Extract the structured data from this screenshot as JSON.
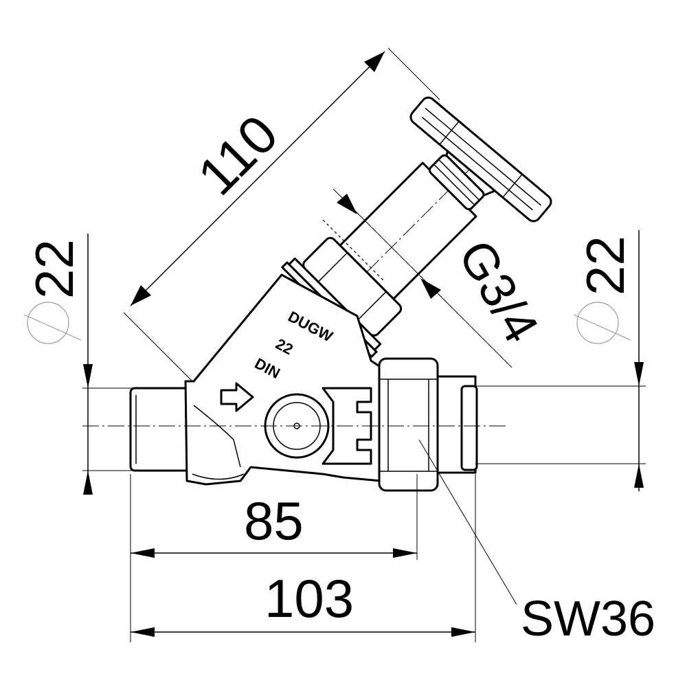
{
  "dimensions": {
    "length_diagonal": "110",
    "diameter_left": "22",
    "diameter_right": "22",
    "thread": "G3/4",
    "length_85": "85",
    "length_103": "103",
    "wrench_size": "SW36"
  },
  "body_markings": {
    "brand": "DUGW",
    "size": "22",
    "standard": "DIN"
  },
  "colors": {
    "line": "#000000",
    "background": "#ffffff",
    "diameter_symbol": "#9a9a9a"
  }
}
